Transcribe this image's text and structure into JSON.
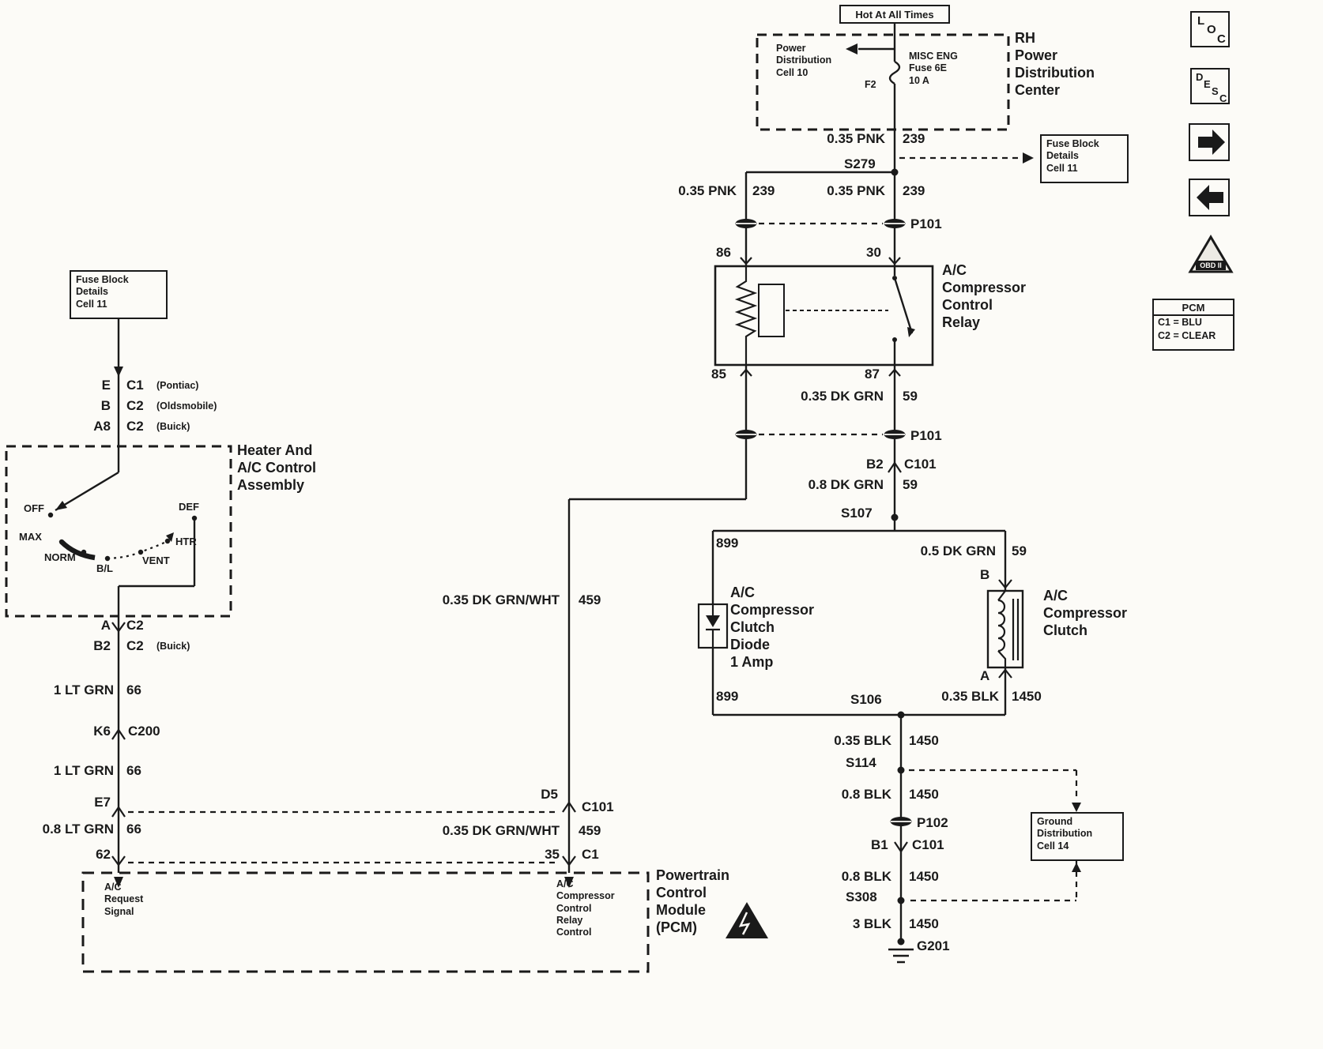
{
  "doc": {
    "background": "#fcfbf7",
    "ink": "#1a1a1a"
  },
  "feed": {
    "hot": "Hot At All Times",
    "source": "Power\nDistribution\nCell 10",
    "fuse": "MISC ENG\nFuse 6E\n10 A",
    "fuse_pin": "F2",
    "title": "RH\nPower\nDistribution\nCenter"
  },
  "refs": {
    "fuse_block_right": "Fuse Block\nDetails\nCell 11",
    "fuse_block_left": "Fuse Block\nDetails\nCell 11",
    "ground_dist": "Ground\nDistribution\nCell 14"
  },
  "wires": {
    "pnk_main": "0.35 PNK",
    "pnk_main_ckt": "239",
    "pnk_left": "0.35 PNK",
    "pnk_left_ckt": "239",
    "pnk_right": "0.35 PNK",
    "pnk_right_ckt": "239",
    "dkgrn_035": "0.35 DK GRN",
    "dkgrn_035_ckt": "59",
    "dkgrn_08": "0.8 DK GRN",
    "dkgrn_08_ckt": "59",
    "dkgrn_05": "0.5 DK GRN",
    "dkgrn_05_ckt": "59",
    "diode_ckt_top": "899",
    "diode_ckt_bottom": "899",
    "blk_035_clutch": "0.35 BLK",
    "blk_035_clutch_ckt": "1450",
    "blk_035": "0.35 BLK",
    "blk_035_ckt": "1450",
    "blk_08_upper": "0.8 BLK",
    "blk_08_upper_ckt": "1450",
    "blk_08_lower": "0.8 BLK",
    "blk_08_lower_ckt": "1450",
    "blk_3": "3 BLK",
    "blk_3_ckt": "1450",
    "ltgrn_upper": "1 LT GRN",
    "ltgrn_upper_ckt": "66",
    "ltgrn_lower": "1 LT GRN",
    "ltgrn_lower_ckt": "66",
    "ltgrn_08": "0.8 LT GRN",
    "ltgrn_08_ckt": "66",
    "grnwht_upper": "0.35 DK GRN/WHT",
    "grnwht_upper_ckt": "459",
    "grnwht_lower": "0.35 DK GRN/WHT",
    "grnwht_lower_ckt": "459"
  },
  "splices": {
    "s279": "S279",
    "s107": "S107",
    "s106": "S106",
    "s114": "S114",
    "s308": "S308"
  },
  "connectors": {
    "p101_top": "P101",
    "p101_bottom": "P101",
    "p102": "P102",
    "b2_pin": "B2",
    "b2_conn": "C101",
    "b1_pin": "B1",
    "b1_conn": "C101",
    "d5_pin": "D5",
    "d5_conn": "C101",
    "e7_pin": "E7",
    "k6_pin": "K6",
    "k6_conn": "C200",
    "ground": "G201"
  },
  "relay": {
    "title": "A/C\nCompressor\nControl\nRelay",
    "pin_86": "86",
    "pin_30": "30",
    "pin_85": "85",
    "pin_87": "87"
  },
  "clutch": {
    "title": "A/C\nCompressor\nClutch",
    "pin_b": "B",
    "pin_a": "A"
  },
  "diode": {
    "title": "A/C\nCompressor\nClutch\nDiode\n1 Amp"
  },
  "hvac": {
    "title": "Heater And\nA/C Control\nAssembly",
    "positions": [
      "OFF",
      "MAX",
      "NORM",
      "B/L",
      "VENT",
      "HTR",
      "DEF"
    ],
    "pins_top": [
      {
        "pin": "E",
        "conn": "C1",
        "note": "(Pontiac)"
      },
      {
        "pin": "B",
        "conn": "C2",
        "note": "(Oldsmobile)"
      },
      {
        "pin": "A8",
        "conn": "C2",
        "note": "(Buick)"
      }
    ],
    "pins_bottom": [
      {
        "pin": "A",
        "conn": "C2"
      },
      {
        "pin": "B2",
        "conn": "C2",
        "note": "(Buick)"
      }
    ]
  },
  "pcm": {
    "title": "Powertrain\nControl\nModule\n(PCM)",
    "request": "A/C\nRequest\nSignal",
    "relay_control": "A/C\nCompressor\nControl\nRelay\nControl",
    "pin_62": "62",
    "pin_35": "35",
    "pin_35_conn": "C1"
  },
  "legend": {
    "loc": [
      "L",
      "O",
      "C"
    ],
    "desc": [
      "D",
      "E",
      "S",
      "C"
    ],
    "obd": "OBD II",
    "pcm_box": {
      "title": "PCM",
      "c1": "C1 = BLU",
      "c2": "C2 = CLEAR"
    }
  }
}
